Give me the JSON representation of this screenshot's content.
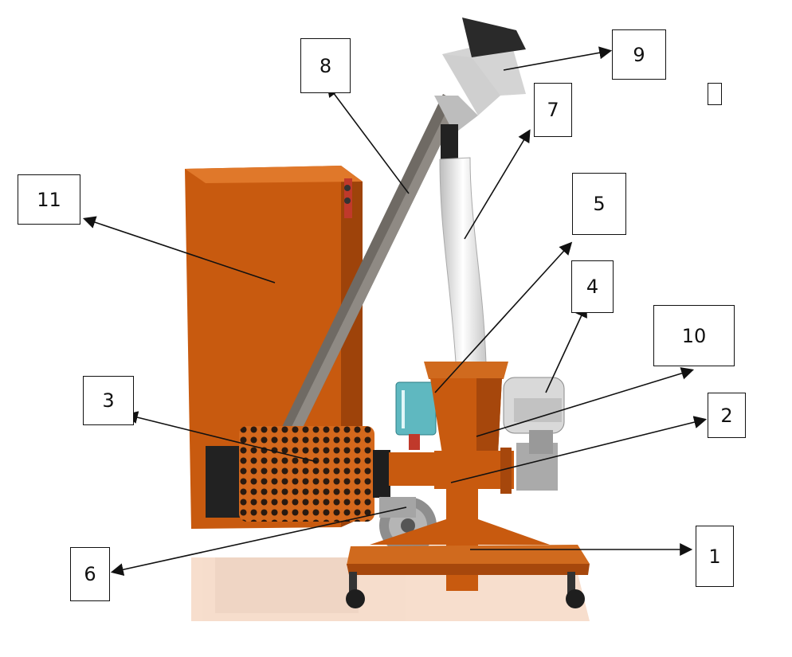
{
  "diagram": {
    "labels": [
      "1",
      "2",
      "3",
      "4",
      "5",
      "6",
      "7",
      "8",
      "9",
      "10",
      "11",
      ""
    ],
    "colors": {
      "body": "#c85a0f",
      "body_dark": "#9e430a",
      "body_light": "#e0782a",
      "pipe_gray": "#6f6a64",
      "cyclone_gray": "#cfcfcf",
      "hose_white": "#eeeeee",
      "motor_gray": "#d8d8d8",
      "tank_teal": "#5fb8c0",
      "fan_gray": "#9a9a9a"
    }
  }
}
